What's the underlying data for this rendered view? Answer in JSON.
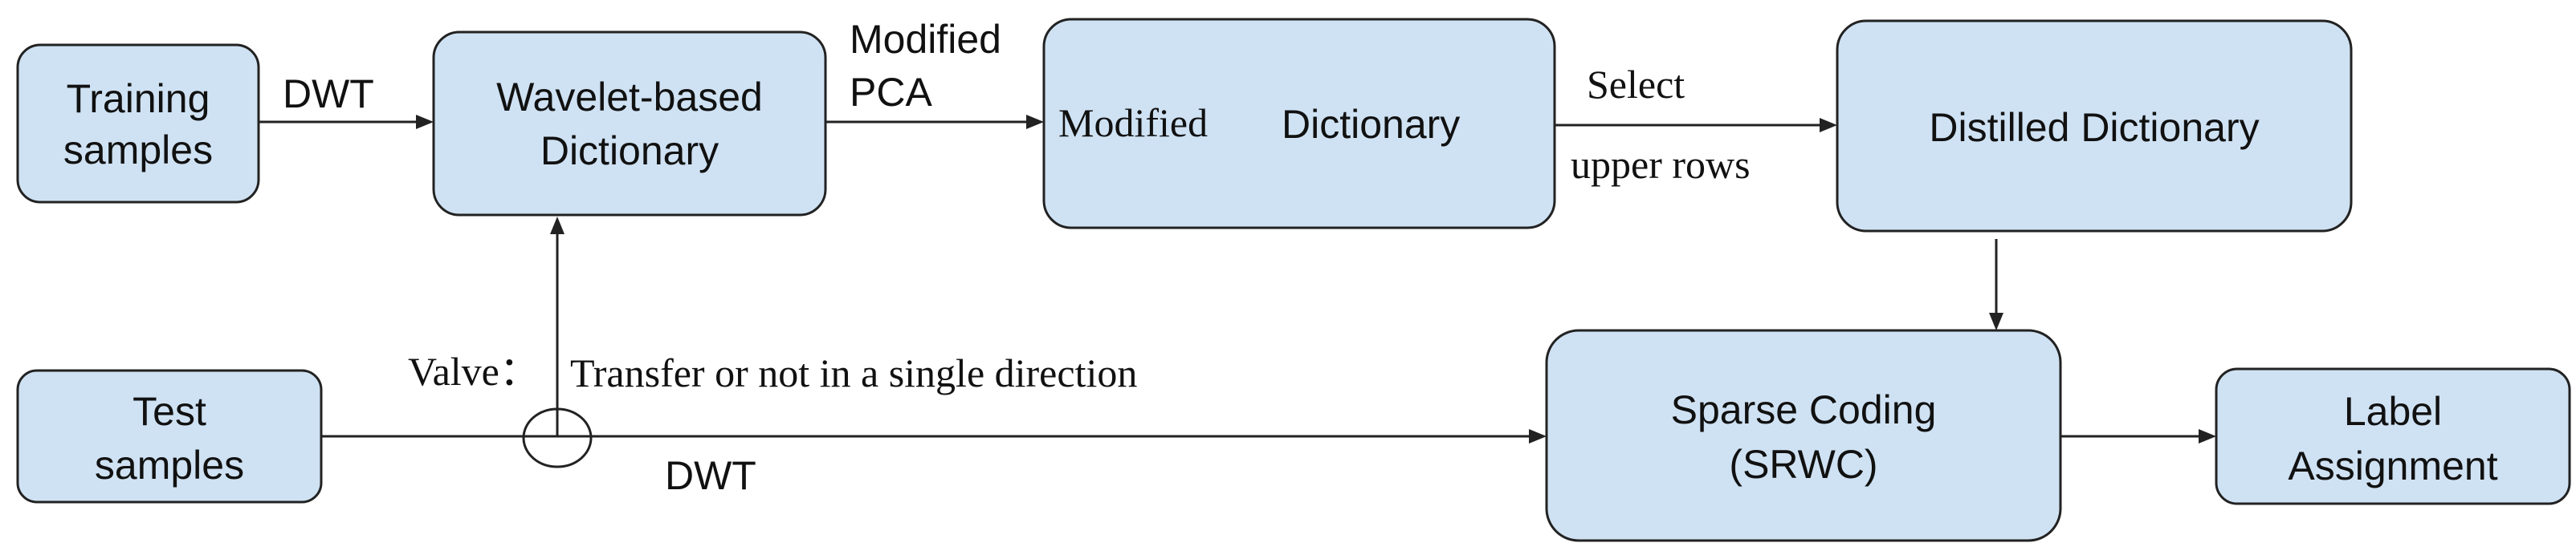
{
  "nodes": {
    "training": {
      "line1": "Training",
      "line2": "samples"
    },
    "wavelet": {
      "line1": "Wavelet-based",
      "line2": "Dictionary"
    },
    "modified": {
      "part1": "Modified",
      "part2": "Dictionary"
    },
    "distilled": {
      "label": "Distilled Dictionary"
    },
    "test": {
      "line1": "Test",
      "line2": "samples"
    },
    "sparse": {
      "line1": "Sparse Coding",
      "line2": "(SRWC)"
    },
    "label": {
      "line1": "Label",
      "line2": "Assignment"
    }
  },
  "edges": {
    "dwt_top": "DWT",
    "pca_line1": "Modified",
    "pca_line2": "PCA",
    "select_line1": "Select",
    "select_line2": "upper rows",
    "dwt_bottom": "DWT"
  },
  "valve": {
    "label": "Valve：",
    "description": "Transfer or not in a single direction"
  },
  "colors": {
    "box_fill": "#cfe2f3",
    "stroke": "#222222"
  }
}
